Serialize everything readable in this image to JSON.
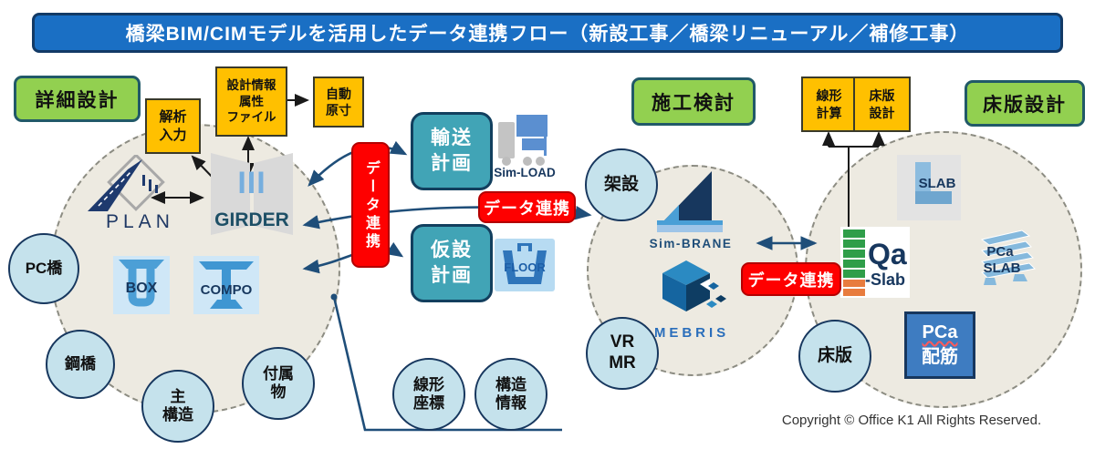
{
  "title": "橋梁BIM/CIMモデルを活用したデータ連携フロー（新設工事／橋梁リニューアル／補修工事）",
  "copyright": "Copyright © Office K1 All Rights Reserved.",
  "phases": {
    "detail_design": "詳細設計",
    "construction_study": "施工検討",
    "deck_design": "床版設計"
  },
  "process_boxes": {
    "analysis_input": "解析\n入力",
    "design_attr_file": "設計情報\n属性\nファイル",
    "auto_full_scale": "自動\n原寸",
    "alignment_calc": "線形\n計算",
    "deck_calc": "床版\n設計"
  },
  "data_links": {
    "left_vertical": "データ連携",
    "center": "データ連携",
    "right": "データ連携"
  },
  "plan_boxes": {
    "transport": "輸送\n計画",
    "temporary": "仮設\n計画"
  },
  "item_circles": {
    "pc_bridge": "PC橋",
    "steel_bridge": "鋼橋",
    "main_structure": "主\n構造",
    "accessories": "付属\n物",
    "erection": "架設",
    "vr_mr": "VR\nMR",
    "deck": "床版",
    "alignment_coords": "線形\n座標",
    "structure_info": "構造\n情報"
  },
  "products": {
    "plan": "PLAN",
    "girder_numeral": "III",
    "girder": "GIRDER",
    "box": "BOX",
    "compo": "COMPO",
    "sim_load": "Sim-LOAD",
    "floor": "FLOOR",
    "sim_brane": "Sim-BRANE",
    "mebris": "MEBRIS",
    "slab": "SLAB",
    "qa": "Qa",
    "qa_slab_suffix": "-Slab",
    "pca_slab_1": "PCa",
    "pca_slab_2": "SLAB",
    "pca_rebar_1": "PCa",
    "pca_rebar_2": "配筋"
  },
  "colors": {
    "title_bg": "#1a6fc4",
    "phase_green": "#92d050",
    "process_yellow": "#ffc000",
    "link_red": "#fe0000",
    "plan_teal": "#41a4b6",
    "circle_blue": "#c5e2ec",
    "zone_beige": "#edeae1",
    "arrow_navy": "#1f4e79",
    "rebar_box_blue": "#3e7cc1"
  }
}
